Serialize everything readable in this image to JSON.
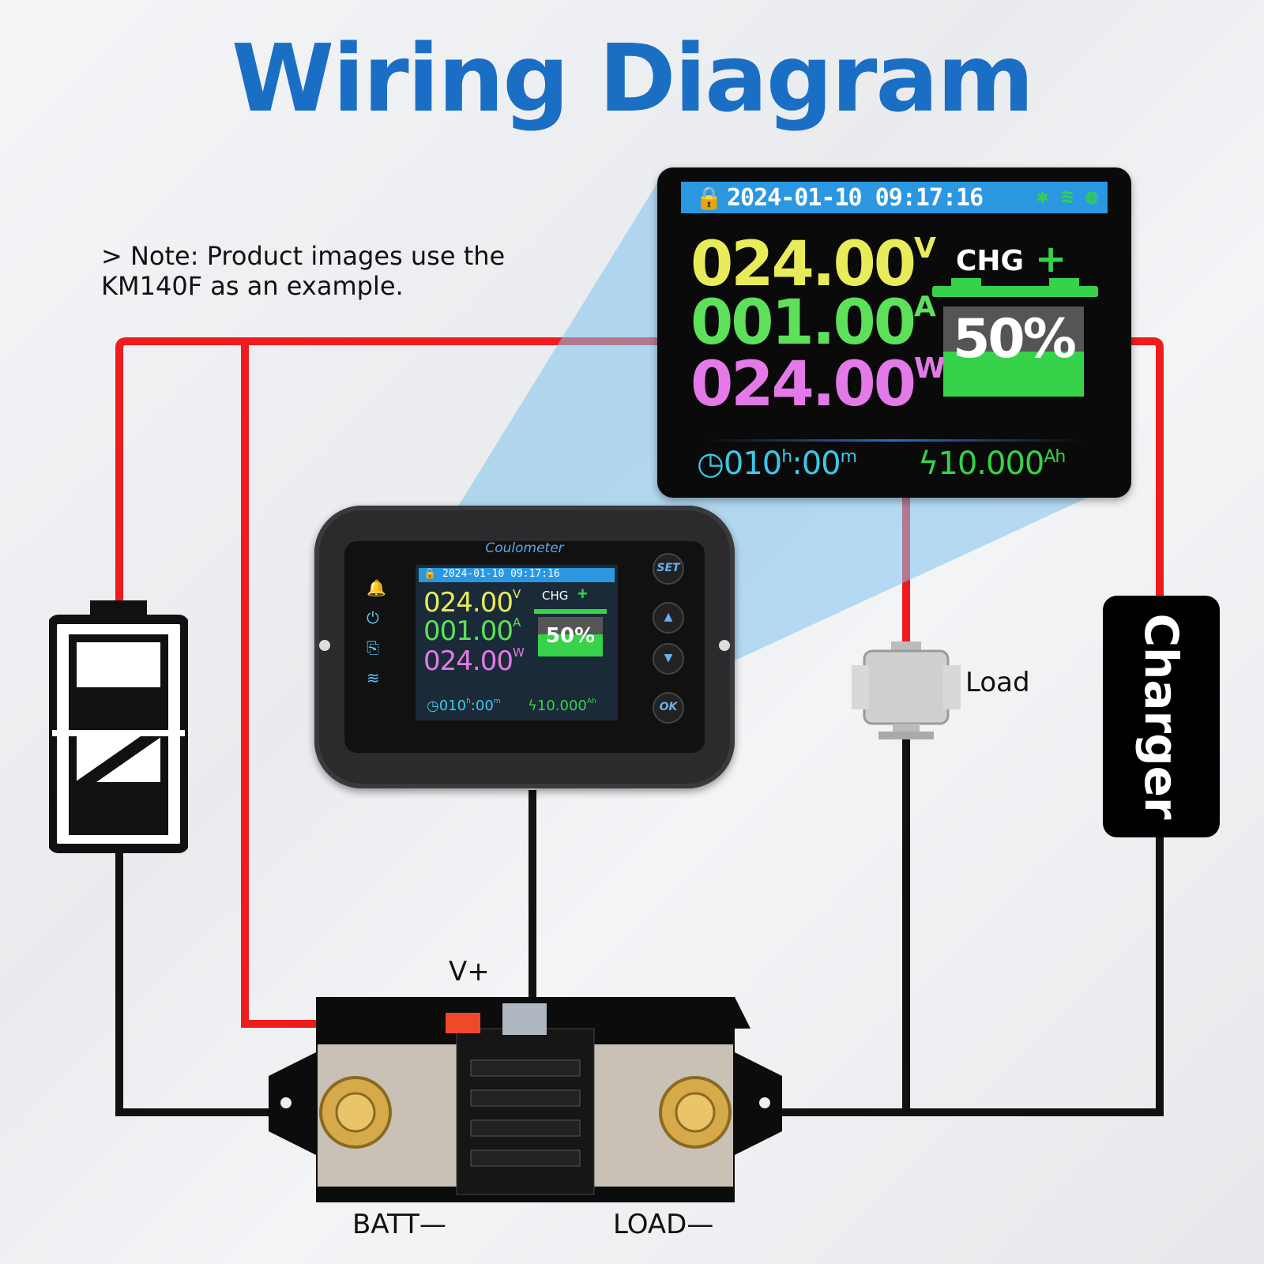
{
  "title": "Wiring Diagram",
  "note": "> Note: Product images use the KM140F as an example.",
  "display": {
    "datetime": "2024-01-10  09:17:16",
    "voltage": "024.00",
    "voltage_unit": "V",
    "current": "001.00",
    "current_unit": "A",
    "power": "024.00",
    "power_unit": "W",
    "status": "CHG",
    "status_sign": "+",
    "battery_percent": "50%",
    "battery_level": 0.5,
    "time_h": "010",
    "time_h_unit": "h",
    "time_m": "00",
    "time_m_unit": "m",
    "capacity": "10.000",
    "capacity_unit": "Ah",
    "colors": {
      "voltage": "#e8ec5a",
      "current": "#5de05a",
      "power": "#e37ae8",
      "status_bar": "#2a97e0"
    }
  },
  "meter": {
    "brand": "Coulometer",
    "buttons": {
      "set": "SET",
      "up": "▲",
      "down": "▼",
      "ok": "OK"
    },
    "side_icons": [
      "alarm-icon",
      "power-icon",
      "device-icon",
      "wifi-icon"
    ]
  },
  "labels": {
    "load": "Load",
    "charger": "Charger",
    "vplus": "V+",
    "batt_minus": "BATT—",
    "load_minus": "LOAD—"
  },
  "wire_colors": {
    "positive": "#ee1c1c",
    "negative": "#111111"
  }
}
